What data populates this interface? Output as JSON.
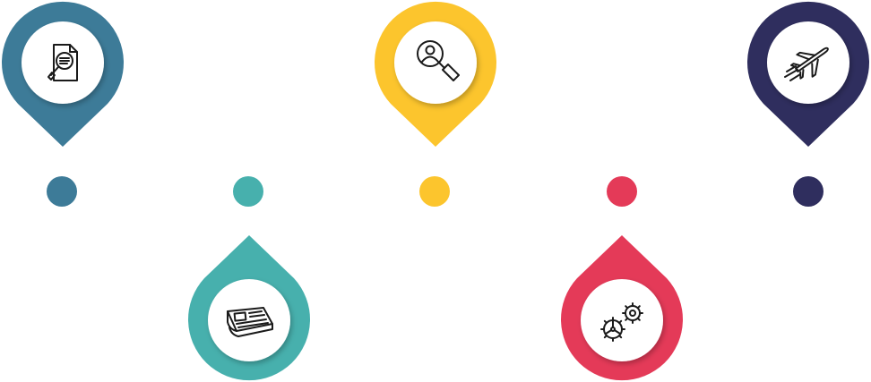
{
  "colors": {
    "steel_blue": "#3d7b98",
    "teal": "#47b0ad",
    "yellow": "#fcc52d",
    "red": "#e43a58",
    "navy": "#2f2e5e",
    "inner": "#ffffff",
    "icon_stroke": "#1a1a1a"
  },
  "steps": [
    {
      "color_key": "steel_blue",
      "direction": "up",
      "icon": "document-search-icon"
    },
    {
      "color_key": "teal",
      "direction": "down",
      "icon": "newspaper-icon"
    },
    {
      "color_key": "yellow",
      "direction": "up",
      "icon": "user-search-icon"
    },
    {
      "color_key": "red",
      "direction": "down",
      "icon": "gears-icon"
    },
    {
      "color_key": "navy",
      "direction": "up",
      "icon": "airplane-icon"
    }
  ]
}
